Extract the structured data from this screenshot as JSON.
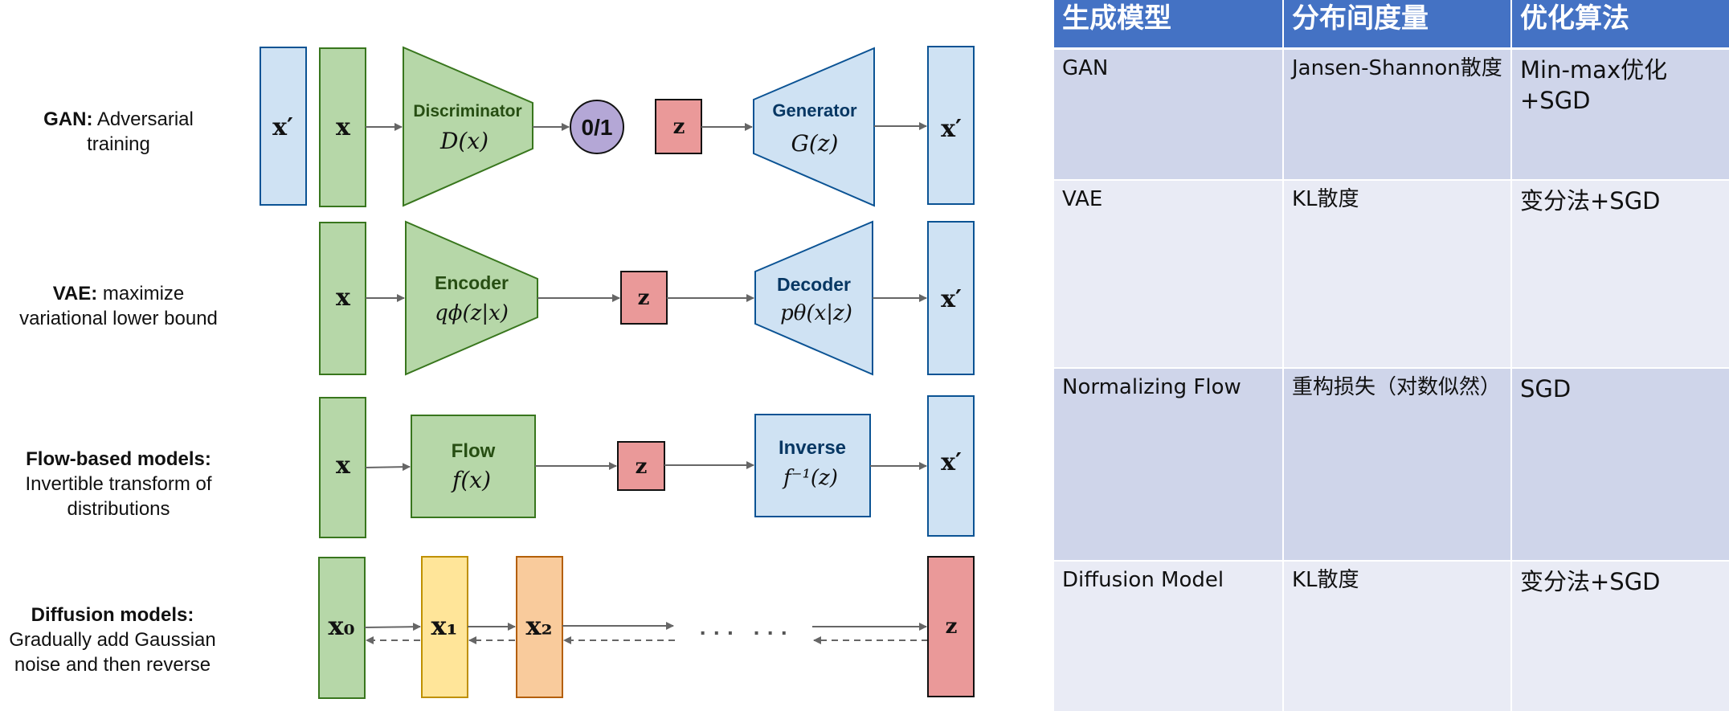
{
  "rows": {
    "gan": {
      "label_bold": "GAN:",
      "label_rest": " Adversarial training",
      "label_line1_rest": " Adversarial",
      "label_line2": "training"
    },
    "vae": {
      "label_bold": "VAE:",
      "label_line1_rest": " maximize",
      "label_line2": "variational lower bound"
    },
    "flow": {
      "label_bold": "Flow-based models:",
      "label_line2": "Invertible transform of",
      "label_line3": "distributions"
    },
    "diffusion": {
      "label_bold": "Diffusion models:",
      "label_line2": "Gradually add Gaussian",
      "label_line3": "noise and then reverse"
    }
  },
  "nodes": {
    "gan_xprime": "x′",
    "gan_x": "x",
    "discriminator_title": "Discriminator",
    "discriminator_formula": "D(x)",
    "output_label": "0/1",
    "gan_z": "z",
    "generator_title": "Generator",
    "generator_formula": "G(z)",
    "gan_out": "x′",
    "vae_x": "x",
    "encoder_title": "Encoder",
    "encoder_formula": "qϕ(z|x)",
    "vae_z": "z",
    "decoder_title": "Decoder",
    "decoder_formula": "pθ(x|z)",
    "vae_out": "x′",
    "flow_x": "x",
    "flow_title": "Flow",
    "flow_formula": "f(x)",
    "flow_z": "z",
    "inverse_title": "Inverse",
    "inverse_formula": "f⁻¹(z)",
    "flow_out": "x′",
    "diff_x0": "x₀",
    "diff_x1": "x₁",
    "diff_x2": "x₂",
    "ellipsis": "· · ·   · · ·",
    "diff_z": "z"
  },
  "colors": {
    "green_fill": "#B6D7A8",
    "green_stroke": "#38761D",
    "green_text": "#274E13",
    "blue_fill": "#CFE2F3",
    "blue_stroke": "#0B5394",
    "blue_text": "#073763",
    "red_fill": "#EA9999",
    "purple_fill": "#B4A7D6",
    "yellow_fill": "#FFE599",
    "yellow_stroke": "#BF9000",
    "orange_fill": "#F9CB9C",
    "orange_stroke": "#B45F06",
    "arrow": "#666666",
    "table_header": "#4472C4",
    "table_row_odd": "#CFD5EA",
    "table_row_even": "#E9EBF5"
  },
  "table": {
    "headers": [
      "生成模型",
      "分布间度量",
      "优化算法"
    ],
    "rows": [
      [
        "GAN",
        "Jansen-Shannon散度",
        "Min-max优化+SGD"
      ],
      [
        "VAE",
        "KL散度",
        "变分法+SGD"
      ],
      [
        "Normalizing Flow",
        "重构损失（对数似然）",
        "SGD"
      ],
      [
        "Diffusion Model",
        "KL散度",
        "变分法+SGD"
      ]
    ]
  }
}
